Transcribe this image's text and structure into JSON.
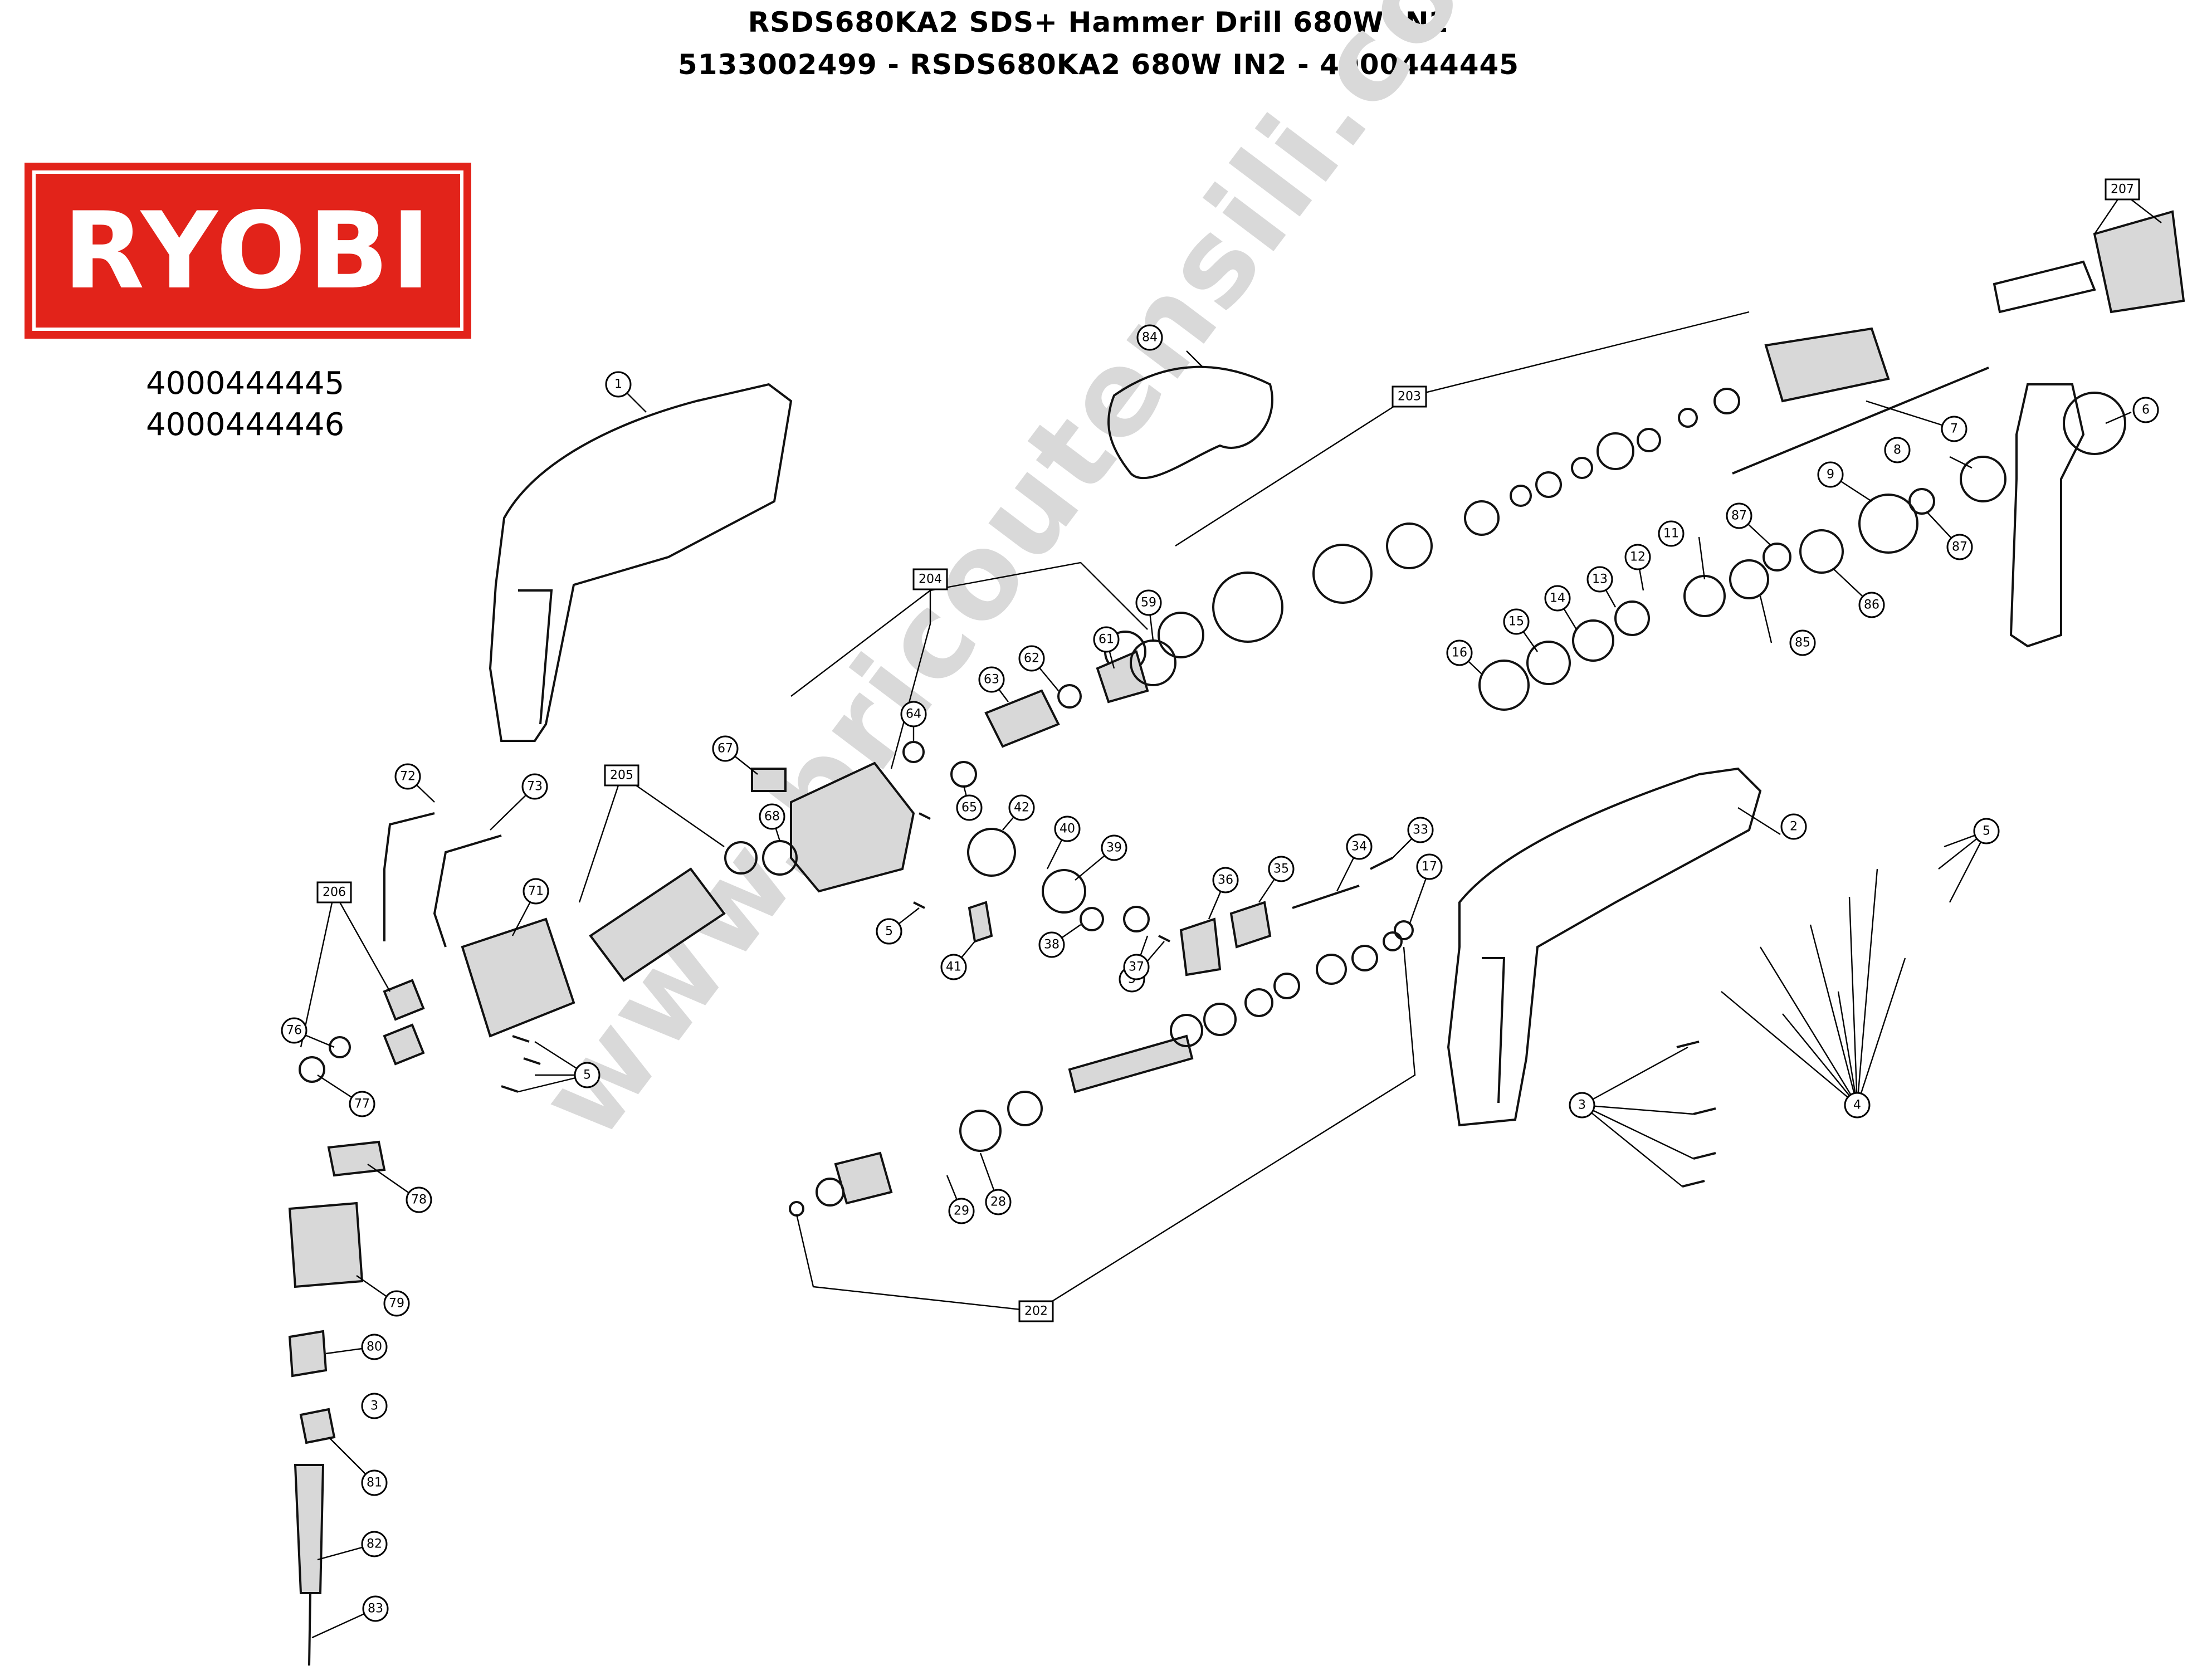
{
  "header": {
    "title": "RSDS680KA2 SDS+ Hammer Drill 680W IN2",
    "subtitle": "5133002499 - RSDS680KA2 680W IN2 - 4000444445"
  },
  "brand": {
    "logo_text": "RYOBI",
    "logo_color": "#e2231a"
  },
  "model_numbers": [
    "4000444445",
    "4000444446"
  ],
  "watermark": "www.bricoutensili.com",
  "callouts": [
    {
      "id": "c1",
      "label": "1"
    },
    {
      "id": "c2",
      "label": "2"
    },
    {
      "id": "c3a",
      "label": "3"
    },
    {
      "id": "c3b",
      "label": "3"
    },
    {
      "id": "c4",
      "label": "4"
    },
    {
      "id": "c5a",
      "label": "5"
    },
    {
      "id": "c5b",
      "label": "5"
    },
    {
      "id": "c5c",
      "label": "5"
    },
    {
      "id": "c5d",
      "label": "5"
    },
    {
      "id": "c5e",
      "label": "5"
    },
    {
      "id": "c6",
      "label": "6"
    },
    {
      "id": "c7",
      "label": "7"
    },
    {
      "id": "c8",
      "label": "8"
    },
    {
      "id": "c9",
      "label": "9"
    },
    {
      "id": "c11",
      "label": "11"
    },
    {
      "id": "c12",
      "label": "12"
    },
    {
      "id": "c13",
      "label": "13"
    },
    {
      "id": "c14",
      "label": "14"
    },
    {
      "id": "c15",
      "label": "15"
    },
    {
      "id": "c16",
      "label": "16"
    },
    {
      "id": "c17",
      "label": "17"
    },
    {
      "id": "c28",
      "label": "28"
    },
    {
      "id": "c29",
      "label": "29"
    },
    {
      "id": "c33",
      "label": "33"
    },
    {
      "id": "c34",
      "label": "34"
    },
    {
      "id": "c35",
      "label": "35"
    },
    {
      "id": "c36",
      "label": "36"
    },
    {
      "id": "c37",
      "label": "37"
    },
    {
      "id": "c38",
      "label": "38"
    },
    {
      "id": "c39",
      "label": "39"
    },
    {
      "id": "c40",
      "label": "40"
    },
    {
      "id": "c41",
      "label": "41"
    },
    {
      "id": "c42",
      "label": "42"
    },
    {
      "id": "c59",
      "label": "59"
    },
    {
      "id": "c61",
      "label": "61"
    },
    {
      "id": "c62",
      "label": "62"
    },
    {
      "id": "c63",
      "label": "63"
    },
    {
      "id": "c64",
      "label": "64"
    },
    {
      "id": "c65",
      "label": "65"
    },
    {
      "id": "c67",
      "label": "67"
    },
    {
      "id": "c68",
      "label": "68"
    },
    {
      "id": "c71",
      "label": "71"
    },
    {
      "id": "c72",
      "label": "72"
    },
    {
      "id": "c73",
      "label": "73"
    },
    {
      "id": "c76",
      "label": "76"
    },
    {
      "id": "c77",
      "label": "77"
    },
    {
      "id": "c78",
      "label": "78"
    },
    {
      "id": "c79",
      "label": "79"
    },
    {
      "id": "c80",
      "label": "80"
    },
    {
      "id": "c81",
      "label": "81"
    },
    {
      "id": "c82",
      "label": "82"
    },
    {
      "id": "c83",
      "label": "83"
    },
    {
      "id": "c84",
      "label": "84"
    },
    {
      "id": "c85",
      "label": "85"
    },
    {
      "id": "c86",
      "label": "86"
    },
    {
      "id": "c87a",
      "label": "87"
    },
    {
      "id": "c87b",
      "label": "87"
    }
  ],
  "groups": [
    {
      "id": "g202",
      "label": "202"
    },
    {
      "id": "g203",
      "label": "203"
    },
    {
      "id": "g204",
      "label": "204"
    },
    {
      "id": "g205",
      "label": "205"
    },
    {
      "id": "g206",
      "label": "206"
    },
    {
      "id": "g207",
      "label": "207"
    }
  ]
}
